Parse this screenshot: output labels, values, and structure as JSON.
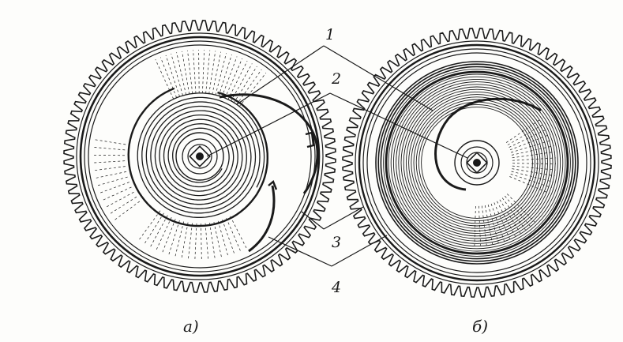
{
  "callouts": {
    "n1": "1",
    "n2": "2",
    "n3": "3",
    "n4": "4"
  },
  "captions": {
    "left": "a)",
    "right": "б)"
  },
  "colors": {
    "ink": "#1a1a1a",
    "paper": "#fdfdfb"
  }
}
